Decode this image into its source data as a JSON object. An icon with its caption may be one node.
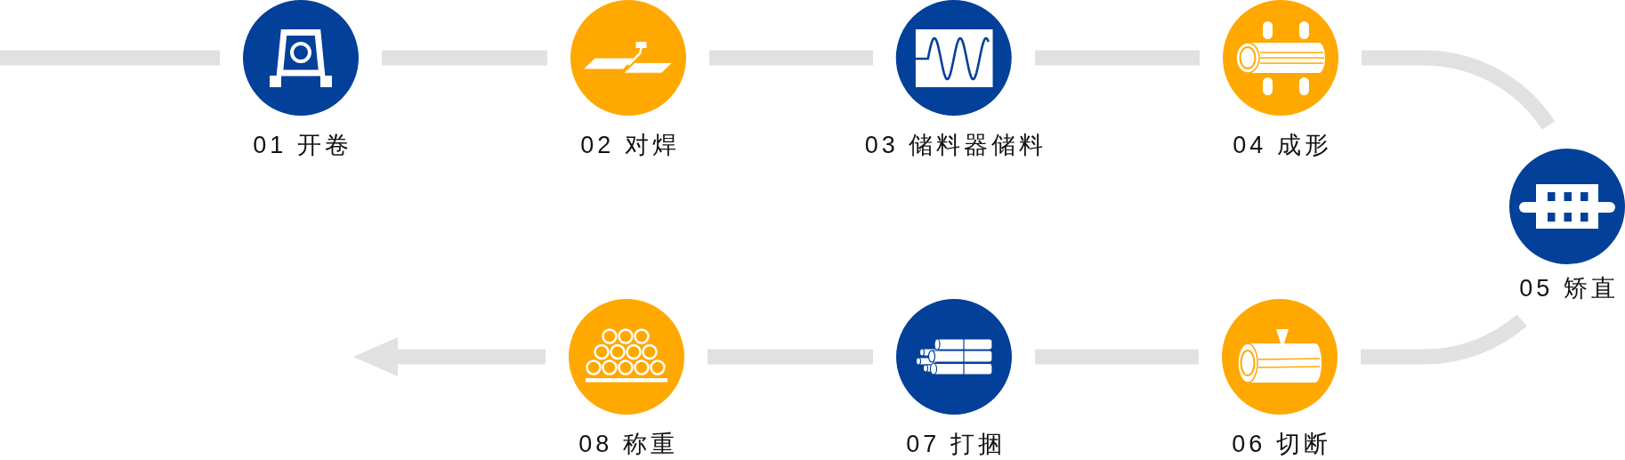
{
  "diagram": {
    "nodes": [
      {
        "text": [
          "01 开卷"
        ]
      },
      {
        "text": [
          "02 对焊"
        ]
      },
      {
        "text": [
          "03 储料器储料"
        ]
      },
      {
        "text": [
          "04 成形"
        ]
      },
      {
        "text": [
          "05 矫直"
        ]
      },
      {
        "text": [
          "06 切断"
        ]
      },
      {
        "text": [
          "07 打捆"
        ]
      },
      {
        "text": [
          "08 称重"
        ]
      }
    ],
    "edges": [
      {
        "from": null,
        "to": 0,
        "arrow": "none"
      },
      {
        "from": 0,
        "to": 1,
        "arrow": "none"
      },
      {
        "from": 1,
        "to": 2,
        "arrow": "none"
      },
      {
        "from": 2,
        "to": 3,
        "arrow": "none"
      },
      {
        "from": 3,
        "to": 4,
        "arrow": "none"
      },
      {
        "from": 4,
        "to": 5,
        "arrow": "none"
      },
      {
        "from": 5,
        "to": 6,
        "arrow": "none"
      },
      {
        "from": 6,
        "to": 7,
        "arrow": "none"
      },
      {
        "from": 7,
        "to": null,
        "arrow": "to"
      }
    ]
  }
}
